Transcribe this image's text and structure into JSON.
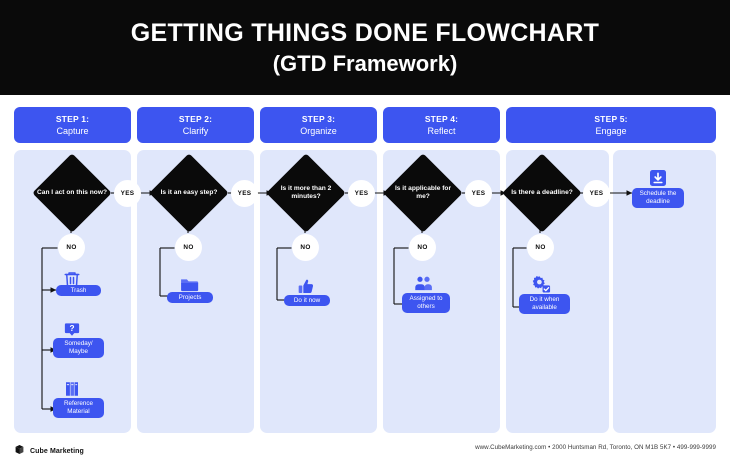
{
  "header": {
    "title_line1": "GETTING THINGS DONE FLOWCHART",
    "title_line2": "(GTD Framework)"
  },
  "colors": {
    "banner_bg": "#0a0a0a",
    "accent_blue": "#3d55f0",
    "panel_bg": "#e0e7fb",
    "page_bg": "#ffffff",
    "diamond_fill": "#0a0a0a",
    "circle_fill": "#ffffff"
  },
  "steps": [
    {
      "num": "STEP 1:",
      "name": "Capture"
    },
    {
      "num": "STEP 2:",
      "name": "Clarify"
    },
    {
      "num": "STEP 3:",
      "name": "Organize"
    },
    {
      "num": "STEP 4:",
      "name": "Reflect"
    },
    {
      "num": "STEP 5:",
      "name": "Engage"
    }
  ],
  "decisions": [
    {
      "text": "Can I act on this now?",
      "yes": "YES",
      "no": "NO"
    },
    {
      "text": "Is it an easy step?",
      "yes": "YES",
      "no": "NO"
    },
    {
      "text": "Is it more than 2 minutes?",
      "yes": "YES",
      "no": "NO"
    },
    {
      "text": "Is it applicable for me?",
      "yes": "YES",
      "no": "NO"
    },
    {
      "text": "Is there a deadline?",
      "yes": "YES",
      "no": "NO"
    }
  ],
  "outcomes": {
    "trash": {
      "label": "Trash",
      "icon": "trash-icon"
    },
    "someday": {
      "label": "Someday/ Maybe",
      "icon": "question-badge-icon"
    },
    "reference": {
      "label": "Reference Material",
      "icon": "books-icon"
    },
    "projects": {
      "label": "Projects",
      "icon": "folder-icon"
    },
    "do_it_now": {
      "label": "Do it now",
      "icon": "thumbs-up-icon"
    },
    "assigned": {
      "label": "Assigned to others",
      "icon": "people-icon"
    },
    "do_when_available": {
      "label": "Do it when available",
      "icon": "gear-check-icon"
    },
    "schedule": {
      "label": "Schedule the deadline",
      "icon": "calendar-download-icon"
    }
  },
  "footer": {
    "brand": "Cube Marketing",
    "contact": "www.CubeMarketing.com • 2000 Huntsman Rd, Toronto, ON M1B 5K7 • 499-999-9999"
  }
}
